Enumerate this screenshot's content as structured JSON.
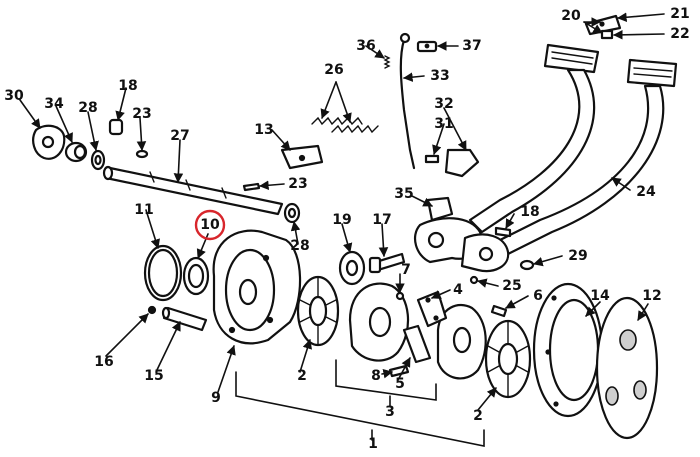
{
  "diagram": {
    "colors": {
      "ink": "#111111",
      "paper": "#ffffff",
      "highlight": "#d8262c"
    },
    "highlighted_callout": "10",
    "callouts": {
      "c1": "1",
      "c2a": "2",
      "c2b": "2",
      "c3": "3",
      "c4": "4",
      "c5": "5",
      "c6": "6",
      "c7": "7",
      "c8": "8",
      "c9": "9",
      "c10": "10",
      "c11": "11",
      "c12": "12",
      "c13": "13",
      "c14": "14",
      "c15": "15",
      "c16": "16",
      "c17": "17",
      "c18a": "18",
      "c18b": "18",
      "c19": "19",
      "c20": "20",
      "c21": "21",
      "c22": "22",
      "c23a": "23",
      "c23b": "23",
      "c24": "24",
      "c25": "25",
      "c26": "26",
      "c27": "27",
      "c28a": "28",
      "c28b": "28",
      "c29": "29",
      "c30": "30",
      "c31": "31",
      "c32": "32",
      "c33": "33",
      "c34": "34",
      "c35": "35",
      "c36": "36",
      "c37": "37"
    }
  }
}
